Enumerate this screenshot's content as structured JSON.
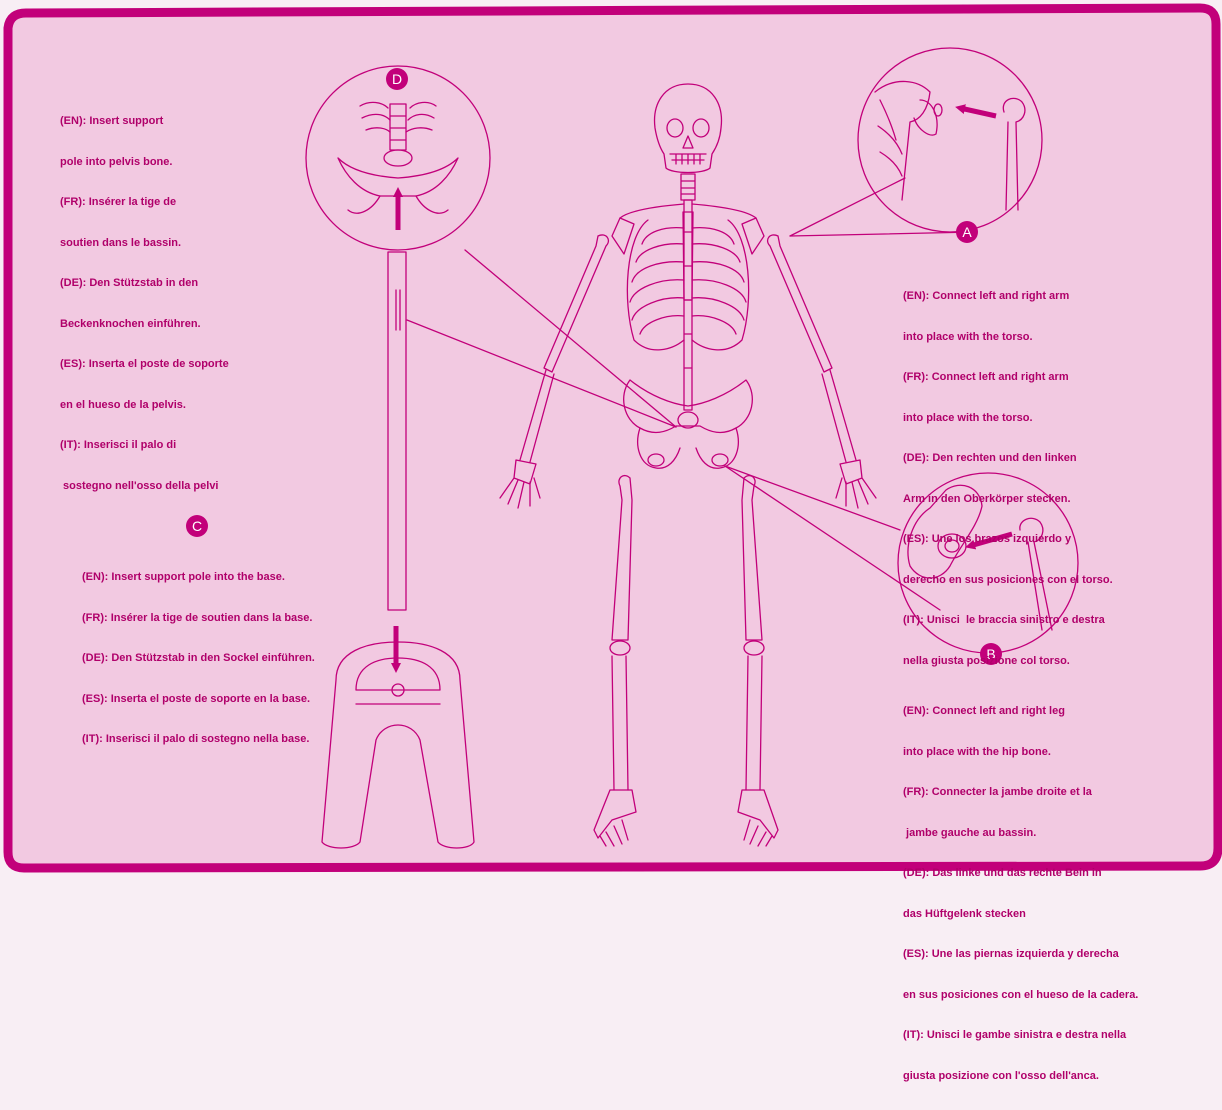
{
  "colors": {
    "page": "#f8eef4",
    "panel": "#f2c9e1",
    "border": "#c2007a",
    "line": "#c2007a",
    "text": "#b0006a",
    "arrow": "#c2007a"
  },
  "steps": {
    "A": {
      "badge": "A",
      "lines": [
        "(EN): Connect left and right arm",
        "into place with the torso.",
        "(FR): Connect left and right arm",
        "into place with the torso.",
        "(DE): Den rechten und den linken",
        "Arm in den Oberkörper stecken.",
        "(ES): Une los brazos izquierdo y",
        "derecho en sus posiciones con el torso.",
        "(IT): Unisci  le braccia sinistro e destra",
        "nella giusta posizione col torso."
      ]
    },
    "B": {
      "badge": "B",
      "lines": [
        "(EN): Connect left and right leg",
        "into place with the hip bone.",
        "(FR): Connecter la jambe droite et la",
        " jambe gauche au bassin.",
        "(DE): Das linke und das rechte Bein in",
        "das Hüftgelenk stecken",
        "(ES): Une las piernas izquierda y derecha",
        "en sus posiciones con el hueso de la cadera.",
        "(IT): Unisci le gambe sinistra e destra nella",
        "giusta posizione con l'osso dell'anca."
      ]
    },
    "C": {
      "badge": "C",
      "lines": [
        "(EN): Insert support pole into the base.",
        "(FR): Insérer la tige de soutien dans la base.",
        "(DE): Den Stützstab in den Sockel einführen.",
        "(ES): Inserta el poste de soporte en la base.",
        "(IT): Inserisci il palo di sostegno nella base."
      ]
    },
    "D": {
      "badge": "D",
      "lines": [
        "(EN): Insert support",
        "pole into pelvis bone.",
        "(FR): Insérer la tige de",
        "soutien dans le bassin.",
        "(DE): Den Stützstab in den",
        "Beckenknochen einführen.",
        "(ES): Inserta el poste de soporte",
        "en el hueso de la pelvis.",
        "(IT): Inserisci il palo di",
        " sostegno nell'osso della pelvi"
      ]
    }
  }
}
